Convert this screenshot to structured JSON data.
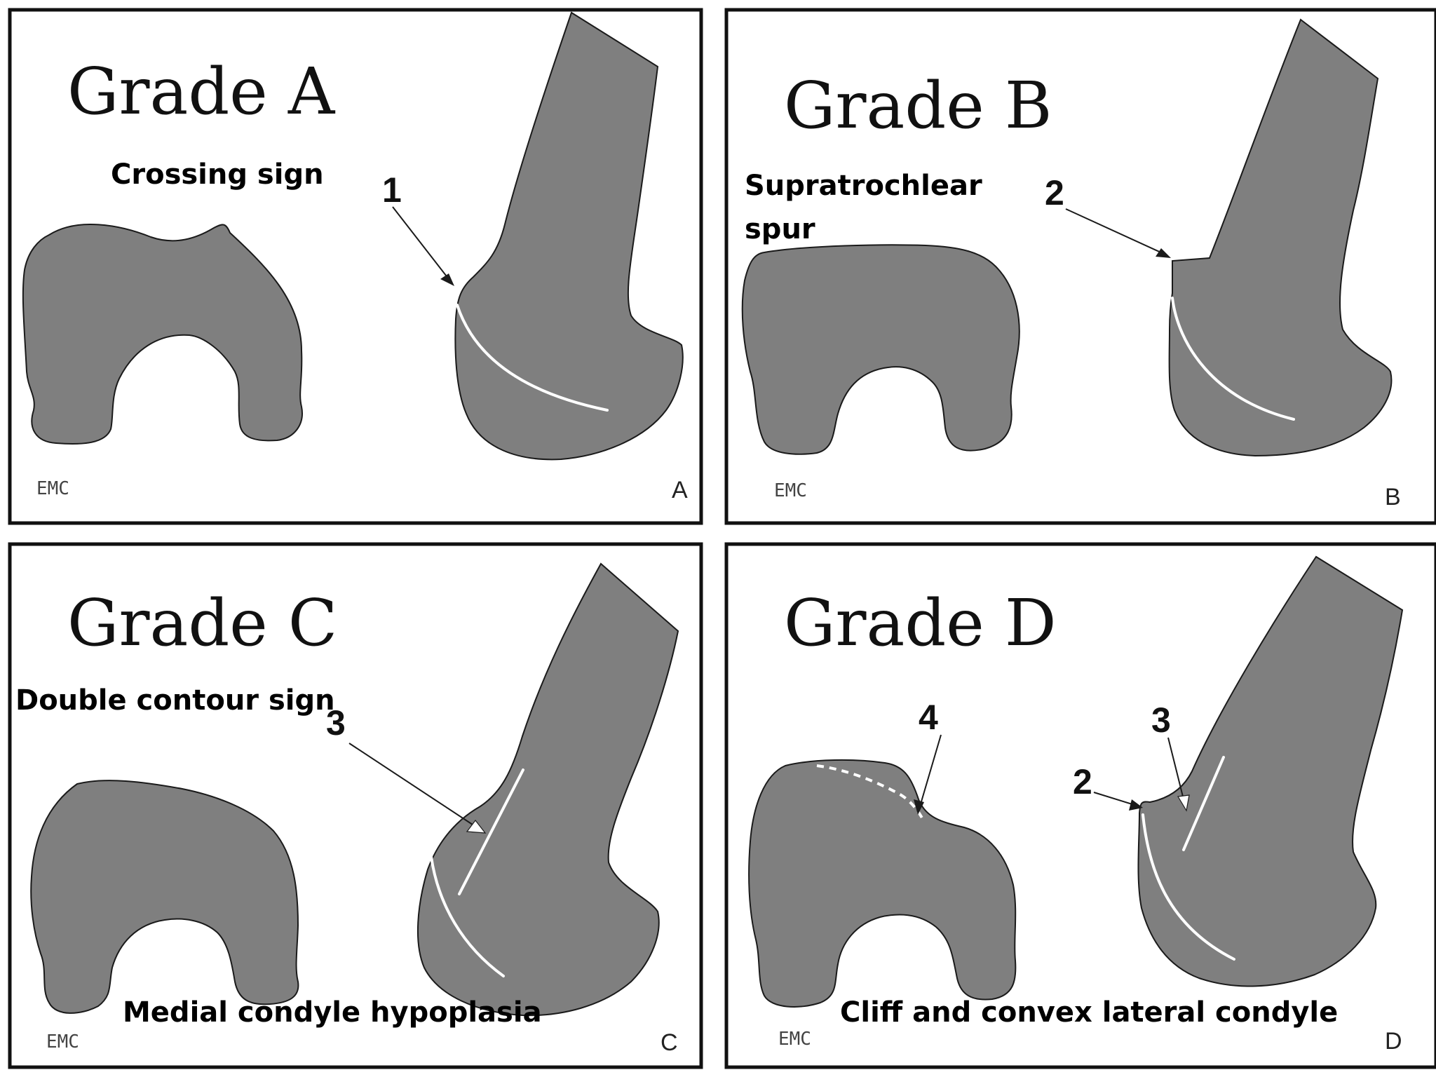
{
  "panels": [
    {
      "grade_title": "Grade A",
      "sign_label": "Crossing sign",
      "markers": [
        "1"
      ],
      "logo": "EMC",
      "corner_letter": "A"
    },
    {
      "grade_title": "Grade B",
      "sign_label_lines": [
        "Supratrochlear",
        "spur"
      ],
      "markers": [
        "2"
      ],
      "logo": "EMC",
      "corner_letter": "B"
    },
    {
      "grade_title": "Grade C",
      "sign_label": "Double contour sign",
      "bottom_label": "Medial condyle hypoplasia",
      "markers": [
        "3"
      ],
      "logo": "EMC",
      "corner_letter": "C"
    },
    {
      "grade_title": "Grade D",
      "bottom_label": "Cliff  and convex lateral condyle",
      "markers": [
        "4",
        "2",
        "3"
      ],
      "logo": "EMC",
      "corner_letter": "D"
    }
  ],
  "colors": {
    "bone_fill": "#7f7f7f",
    "outline": "#1a1a1a",
    "background": "#ffffff"
  }
}
